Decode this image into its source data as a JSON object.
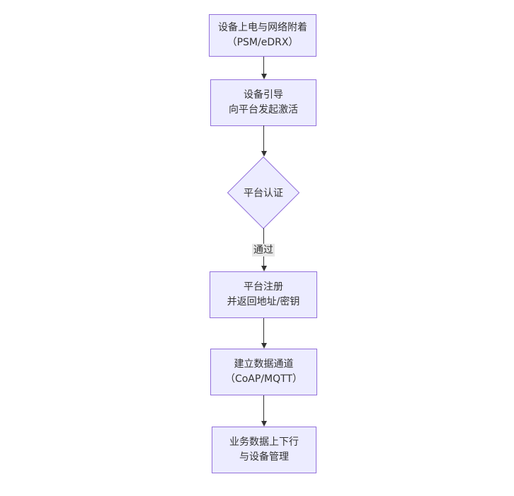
{
  "diagram": {
    "type": "flowchart",
    "direction": "top-down",
    "colors": {
      "node_fill": "#ECECFF",
      "node_border": "#9370DB",
      "text_color": "#333333",
      "arrow_color": "#333333",
      "edge_label_bg": "#e8e8e8",
      "canvas_bg": "#ffffff"
    },
    "nodes": [
      {
        "id": "power-network-attach",
        "type": "rect",
        "lines": [
          "设备上电与网络附着",
          "（PSM/eDRX）"
        ]
      },
      {
        "id": "device-bootstrap",
        "type": "rect",
        "lines": [
          "设备引导",
          "向平台发起激活"
        ]
      },
      {
        "id": "platform-auth",
        "type": "diamond",
        "lines": [
          "平台认证"
        ]
      },
      {
        "id": "platform-register",
        "type": "rect",
        "lines": [
          "平台注册",
          "并返回地址/密钥"
        ]
      },
      {
        "id": "data-channel",
        "type": "rect",
        "lines": [
          "建立数据通道",
          "（CoAP/MQTT）"
        ]
      },
      {
        "id": "business-data",
        "type": "rect",
        "lines": [
          "业务数据上下行",
          "与设备管理"
        ]
      }
    ],
    "edges": [
      {
        "from": "power-network-attach",
        "to": "device-bootstrap",
        "label": ""
      },
      {
        "from": "device-bootstrap",
        "to": "platform-auth",
        "label": ""
      },
      {
        "from": "platform-auth",
        "to": "platform-register",
        "label": "通过"
      },
      {
        "from": "platform-register",
        "to": "data-channel",
        "label": ""
      },
      {
        "from": "data-channel",
        "to": "business-data",
        "label": ""
      }
    ]
  }
}
